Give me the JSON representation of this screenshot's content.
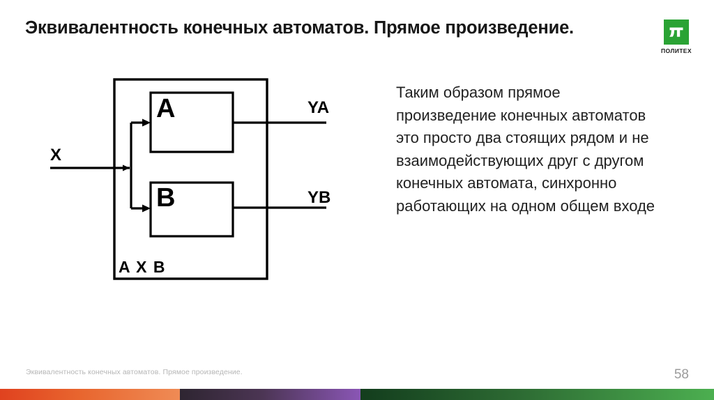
{
  "slide": {
    "title": "Эквивалентность конечных автоматов. Прямое произведение.",
    "page_number": "58",
    "footer_note": "Эквивалентность конечных автоматов. Прямое произведение.",
    "background_color": "#ffffff"
  },
  "logo": {
    "symbol": "π",
    "caption": "ПОЛИТЕХ",
    "brand_color": "#2aa334"
  },
  "diagram": {
    "outer_block_label": "A X B",
    "input_label": "X",
    "blocks": [
      {
        "label": "A",
        "output_label": "YA"
      },
      {
        "label": "B",
        "output_label": "YB"
      }
    ]
  },
  "body": {
    "paragraph": "Таким образом прямое произведение конечных автоматов это просто два стоящих рядом и не взаимодействующих друг с другом конечных автомата, синхронно работающих на одном общем входе"
  },
  "accent_bar": {
    "segments": [
      {
        "name": "orange",
        "from": "#e0421f",
        "to": "#ef8b55"
      },
      {
        "name": "purple",
        "from": "#2e2531",
        "to": "#8a56b5"
      },
      {
        "name": "green",
        "from": "#133d1d",
        "to": "#4caf50"
      }
    ]
  }
}
